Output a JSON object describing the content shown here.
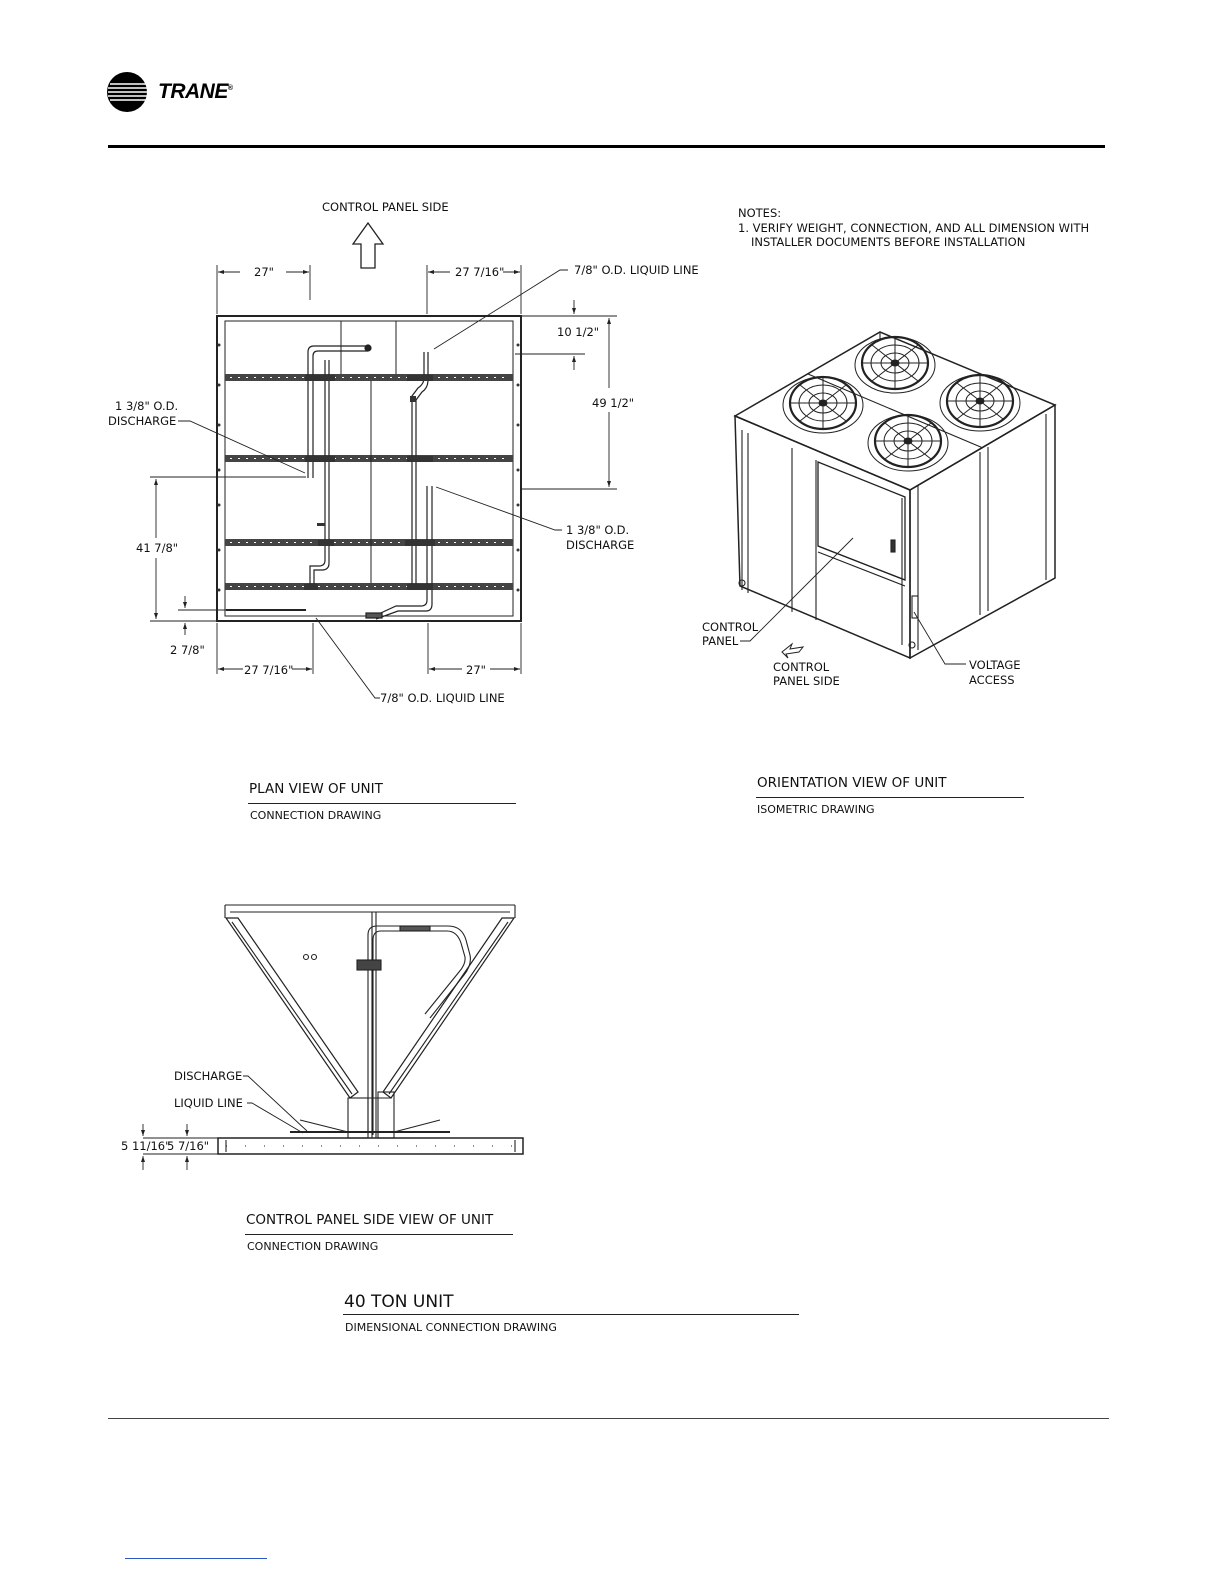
{
  "header": {
    "brand": "TRANE",
    "brand_mark": "®"
  },
  "plan_view": {
    "direction_label": "CONTROL PANEL SIDE",
    "dims": {
      "top_left": "27\"",
      "top_right": "27 7/16\"",
      "right_top": "10 1/2\"",
      "right_mid": "49 1/2\"",
      "left_mid": "41 7/8\"",
      "left_bottom": "2 7/8\"",
      "bottom_left": "27 7/16\"",
      "bottom_right": "27\""
    },
    "callouts": {
      "liquid_top": "7/8\" O.D. LIQUID LINE",
      "discharge_left_1": "1 3/8\" O.D.",
      "discharge_left_2": "DISCHARGE",
      "discharge_right_1": "1 3/8\" O.D.",
      "discharge_right_2": "DISCHARGE",
      "liquid_bottom": "7/8\" O.D. LIQUID LINE"
    },
    "title": "PLAN VIEW OF UNIT",
    "subtitle": "CONNECTION DRAWING"
  },
  "notes": {
    "heading": "NOTES:",
    "line1": "1. VERIFY WEIGHT, CONNECTION, AND ALL DIMENSION  WITH",
    "line2": "INSTALLER  DOCUMENTS  BEFORE INSTALLATION"
  },
  "iso_view": {
    "control_panel_1": "CONTROL",
    "control_panel_2": "PANEL",
    "panel_side_1": "CONTROL",
    "panel_side_2": "PANEL SIDE",
    "voltage_1": "VOLTAGE",
    "voltage_2": "ACCESS",
    "title": "ORIENTATION VIEW OF UNIT",
    "subtitle": "ISOMETRIC DRAWING"
  },
  "side_view": {
    "discharge": "DISCHARGE",
    "liquid_line": "LIQUID LINE",
    "dim_left": "5 11/16\"",
    "dim_right": "5 7/16\"",
    "title": "CONTROL PANEL SIDE  VIEW OF UNIT",
    "subtitle": "CONNECTION DRAWING"
  },
  "main_title": {
    "title": "40 TON UNIT",
    "subtitle": "DIMENSIONAL CONNECTION DRAWING"
  }
}
